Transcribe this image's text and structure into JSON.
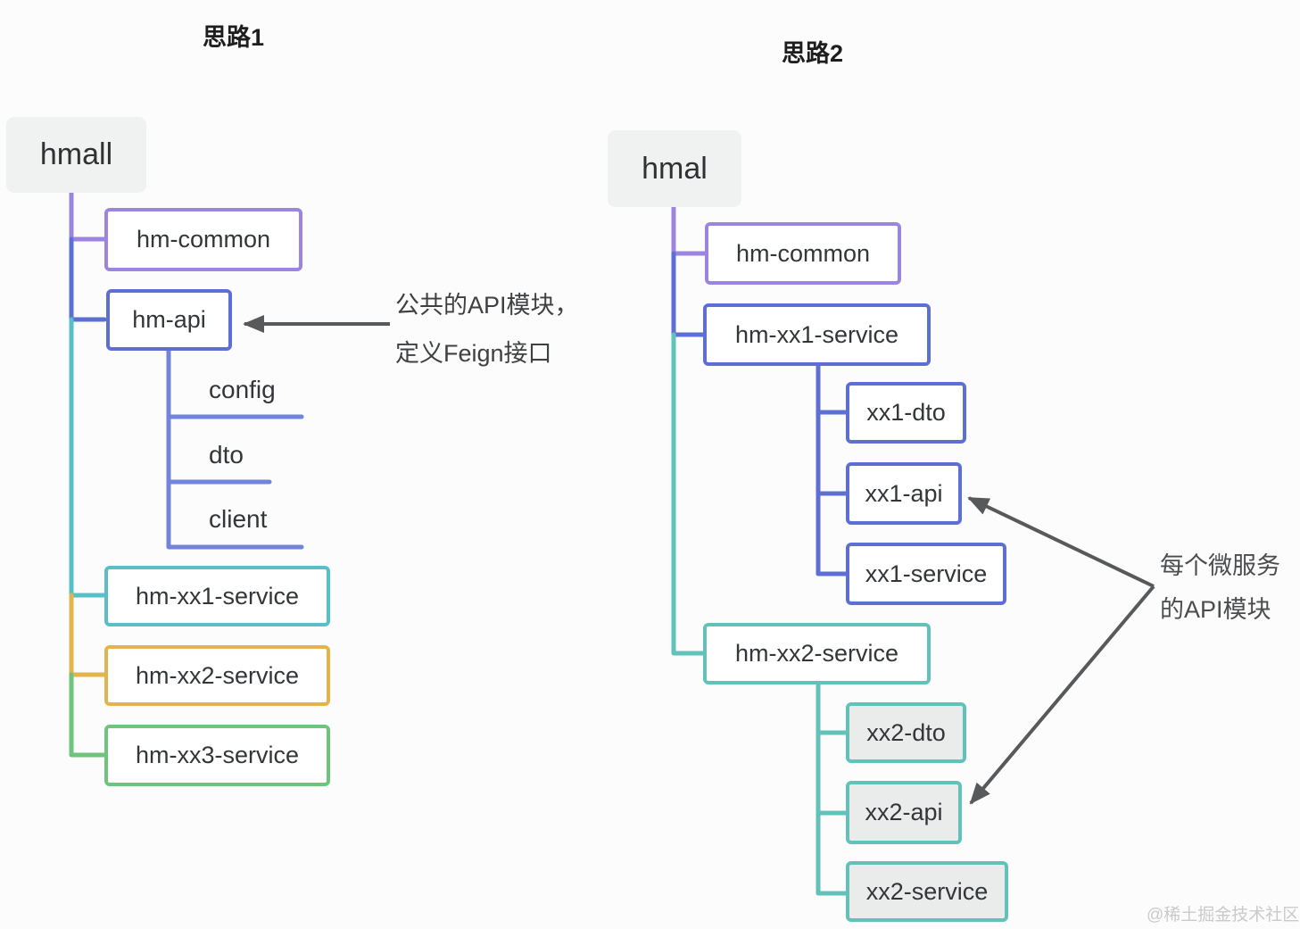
{
  "headings": {
    "approach1": "思路1",
    "approach2": "思路2"
  },
  "colors": {
    "purple": "#9b85e1",
    "indigo": "#5d6fd5",
    "indigo_line": "#7285db",
    "cyan": "#58bfc7",
    "teal": "#62c2ba",
    "yellow": "#e3b44c",
    "green": "#6fc47b",
    "arrow_gray": "#58595b",
    "root_bg": "#f0f1f1",
    "child_bg": "#eaecec"
  },
  "tree1": {
    "root": "hmall",
    "nodes": {
      "hm_common": "hm-common",
      "hm_api": "hm-api",
      "config": "config",
      "dto": "dto",
      "client": "client",
      "xx1": "hm-xx1-service",
      "xx2": "hm-xx2-service",
      "xx3": "hm-xx3-service"
    },
    "annotation": {
      "line1": "公共的API模块，",
      "line2": "定义Feign接口"
    }
  },
  "tree2": {
    "root": "hmal",
    "nodes": {
      "hm_common": "hm-common",
      "hm_xx1": "hm-xx1-service",
      "xx1_dto": "xx1-dto",
      "xx1_api": "xx1-api",
      "xx1_service": "xx1-service",
      "hm_xx2": "hm-xx2-service",
      "xx2_dto": "xx2-dto",
      "xx2_api": "xx2-api",
      "xx2_service": "xx2-service"
    },
    "annotation": {
      "line1": "每个微服务",
      "line2": "的API模块"
    }
  },
  "watermark": "@稀土掘金技术社区"
}
